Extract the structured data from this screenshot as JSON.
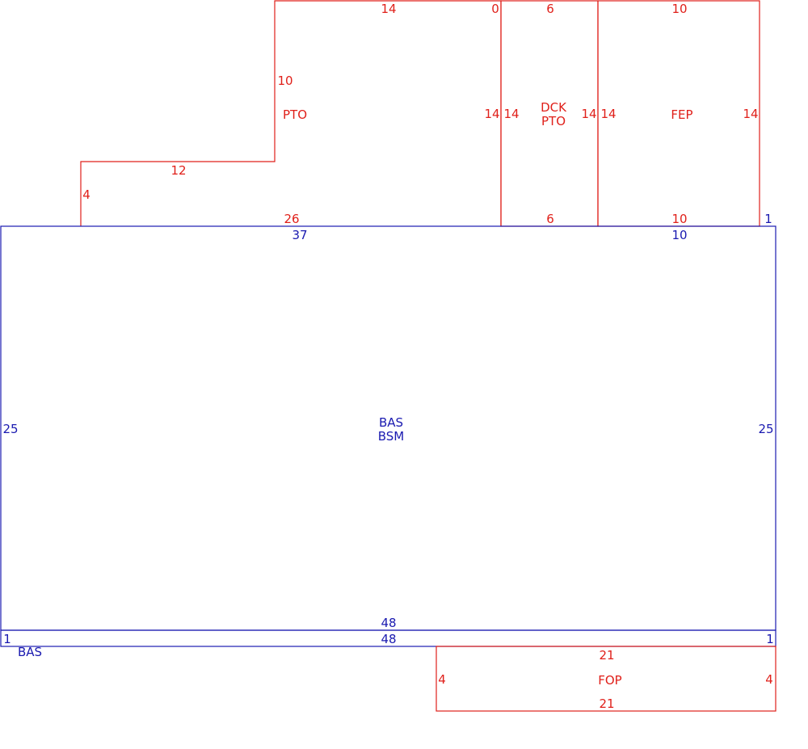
{
  "colors": {
    "upper_floor": "#e0201a",
    "base": "#1a1ab0",
    "background": "#ffffff"
  },
  "regions": {
    "pto": {
      "label": "PTO",
      "dims": {
        "top": "14",
        "top_right": "0",
        "step_vertical": "10",
        "step_horizontal": "12",
        "left": "4",
        "bottom": "26",
        "right": "14"
      }
    },
    "dck_pto": {
      "label_line1": "DCK",
      "label_line2": "PTO",
      "dims": {
        "top": "6",
        "left": "14",
        "right": "14",
        "bottom": "6"
      }
    },
    "fep": {
      "label": "FEP",
      "dims": {
        "top": "10",
        "left": "14",
        "right": "14",
        "bottom": "10",
        "corner": "1"
      }
    },
    "bsm": {
      "label_line1": "BAS",
      "label_line2": "BSM",
      "dims": {
        "top_left": "37",
        "top_right": "10",
        "left": "25",
        "right": "25",
        "bottom": "48"
      }
    },
    "bas_strip": {
      "label": "BAS",
      "dims": {
        "top": "48",
        "left": "1",
        "right": "1"
      }
    },
    "fop": {
      "label": "FOP",
      "dims": {
        "top": "21",
        "left": "4",
        "right": "4",
        "bottom": "21"
      }
    }
  }
}
